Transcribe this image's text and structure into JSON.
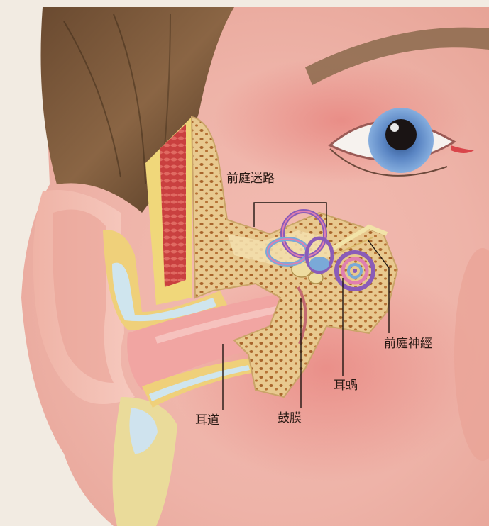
{
  "labels": {
    "vestibule": "前庭迷路",
    "vestibular_nerve": "前庭神經",
    "cochlea": "耳蝸",
    "ear_canal": "耳道",
    "eardrum": "鼓膜"
  }
}
